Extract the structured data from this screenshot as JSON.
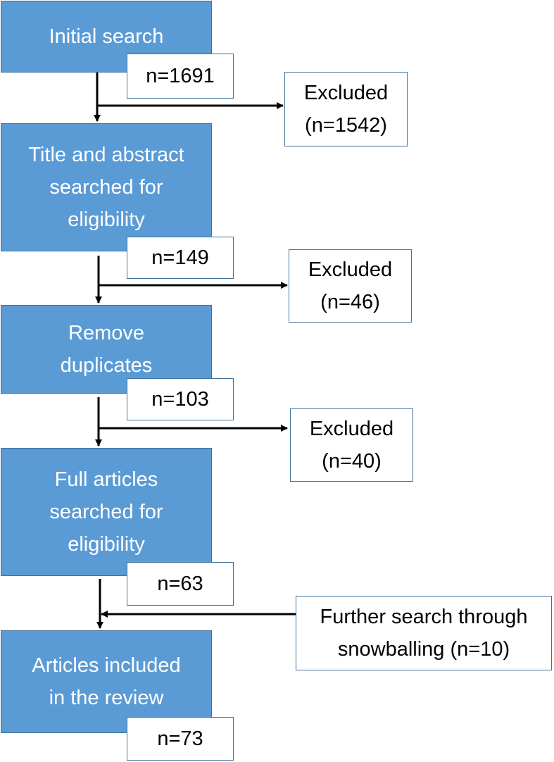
{
  "stages": [
    {
      "label": "Initial search",
      "count": "n=1691"
    },
    {
      "label": "Title and abstract\nsearched for\neligibility",
      "count": "n=149"
    },
    {
      "label": "Remove\nduplicates",
      "count": "n=103"
    },
    {
      "label": "Full articles\nsearched for\neligibility",
      "count": "n=63"
    },
    {
      "label": "Articles included\nin the review",
      "count": "n=73"
    }
  ],
  "exclusions": [
    {
      "label": "Excluded\n(n=1542)"
    },
    {
      "label": "Excluded\n(n=46)"
    },
    {
      "label": "Excluded\n(n=40)"
    }
  ],
  "addition": {
    "label": "Further search through\nsnowballing (n=10)"
  },
  "colors": {
    "stage_fill": "#5b9bd5",
    "border": "#41719c",
    "arrow": "#000000"
  }
}
